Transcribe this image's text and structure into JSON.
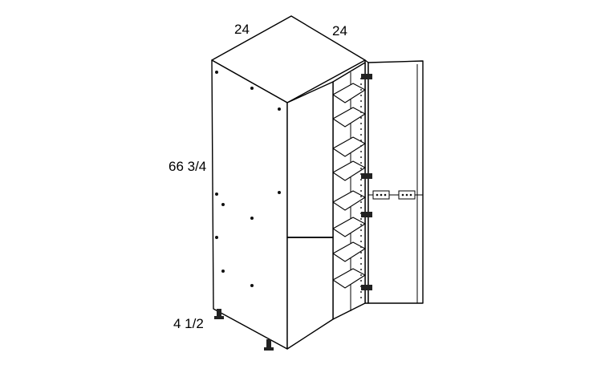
{
  "diagram": {
    "dimensions": {
      "width": "24",
      "depth": "24",
      "height": "66 3/4",
      "toe_kick": "4 1/2"
    }
  }
}
